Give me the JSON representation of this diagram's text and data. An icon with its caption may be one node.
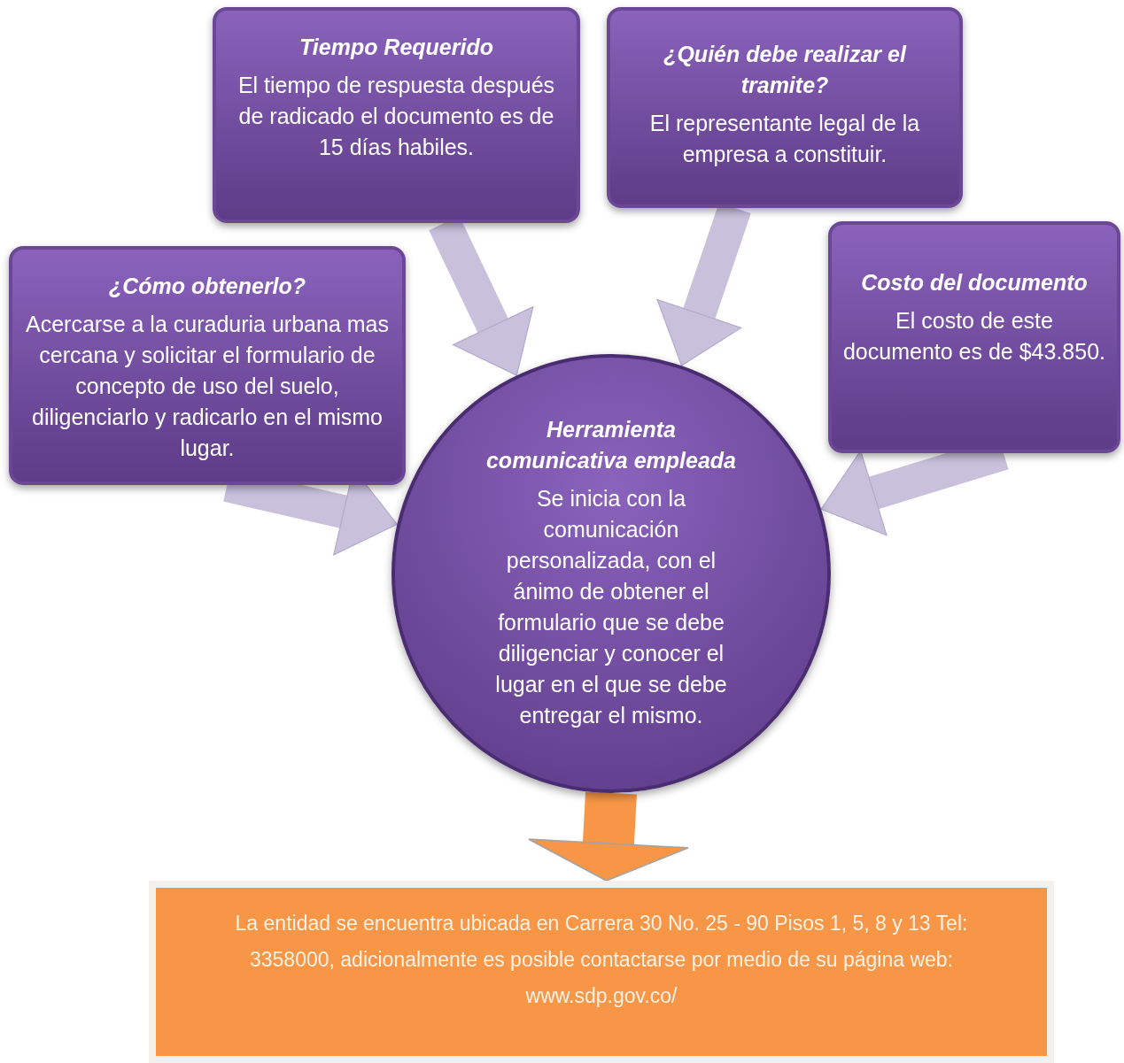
{
  "diagram": {
    "nodes": [
      {
        "text": [
          "Tiempo Requerido",
          "El tiempo de respuesta después de radicado el documento es de 15 días habiles."
        ]
      },
      {
        "text": [
          "¿Quién debe realizar el tramite?",
          "El representante legal de la empresa a constituir."
        ]
      },
      {
        "text": [
          "¿Cómo obtenerlo?",
          "Acercarse a la curaduria urbana mas cercana y solicitar el formulario de concepto de uso del suelo, diligenciarlo y radicarlo en el mismo lugar."
        ]
      },
      {
        "text": [
          "Costo del documento",
          "El costo de este documento es de $43.850."
        ]
      },
      {
        "text": [
          "Herramienta comunicativa empleada",
          "Se inicia con la comunicación personalizada, con el ánimo de obtener el formulario que se debe diligenciar y conocer el lugar en el que se debe entregar el mismo."
        ]
      },
      {
        "text": [
          "La entidad se encuentra ubicada en Carrera 30 No. 25 - 90 Pisos 1, 5, 8 y 13 Tel: 3358000, adicionalmente es posible contactarse por medio de su página web: www.sdp.gov.co/"
        ]
      }
    ],
    "edges": [
      {
        "from": 0,
        "to": 4,
        "arrow": "to"
      },
      {
        "from": 1,
        "to": 4,
        "arrow": "to"
      },
      {
        "from": 2,
        "to": 4,
        "arrow": "to"
      },
      {
        "from": 3,
        "to": 4,
        "arrow": "to"
      },
      {
        "from": 4,
        "to": 5,
        "arrow": "to",
        "color": "#f79646"
      }
    ]
  }
}
